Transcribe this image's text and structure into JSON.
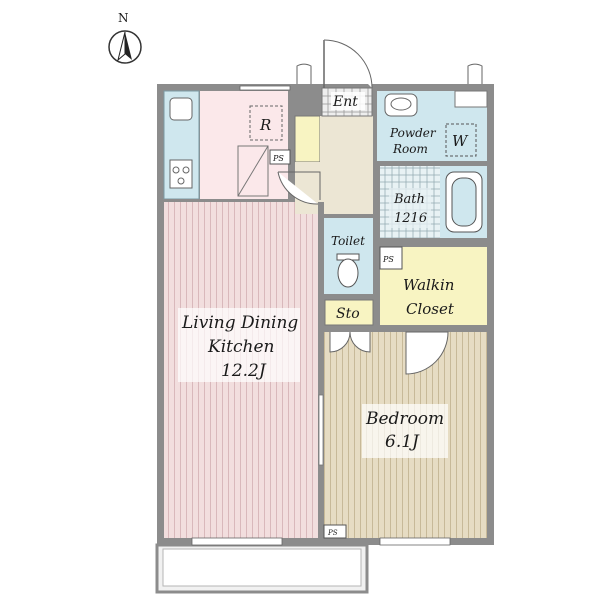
{
  "compass": {
    "north_label": "N"
  },
  "rooms": {
    "entrance": {
      "label": "Ent"
    },
    "refrigerator": {
      "label": "R"
    },
    "powder_room": {
      "line1": "Powder",
      "line2": "Room"
    },
    "washer": {
      "label": "W"
    },
    "bath": {
      "line1": "Bath",
      "line2": "1216"
    },
    "toilet": {
      "label": "Toilet"
    },
    "walkin_closet": {
      "line1": "Walkin",
      "line2": "Closet"
    },
    "storage": {
      "label": "Sto"
    },
    "ldk": {
      "line1": "Living Dining",
      "line2": "Kitchen",
      "line3": "12.2J"
    },
    "bedroom": {
      "line1": "Bedroom",
      "line2": "6.1J"
    }
  },
  "pipe_spaces": {
    "ps_label": "PS"
  },
  "colors": {
    "wall": "#8c8c8c",
    "ldk_floor": "#f2dede",
    "ldk_stripe": "#d9b8bb",
    "bedroom_floor": "#e6dcc3",
    "bedroom_stripe": "#c7b998",
    "wet_area": "#cfe7ee",
    "closet": "#f8f4c2",
    "hall": "#ece6d4",
    "kitchen": "#fbe8ea"
  }
}
